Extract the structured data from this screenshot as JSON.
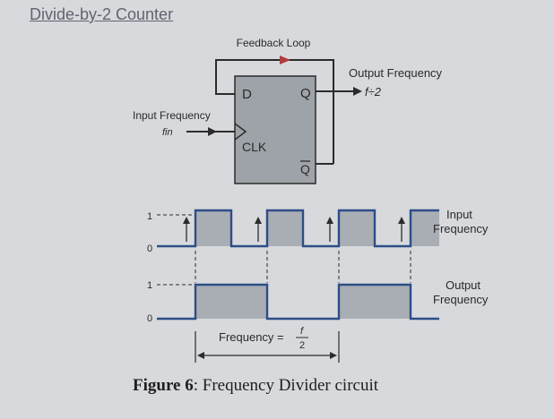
{
  "heading": "Divide-by-2 Counter",
  "caption": {
    "label": "Figure 6",
    "text": ": Frequency Divider circuit"
  },
  "circuit": {
    "feedback_label": "Feedback Loop",
    "output_label": "Output Frequency",
    "output_value": "f÷2",
    "input_label": "Input Frequency",
    "input_value": "fin",
    "pin_d": "D",
    "pin_q": "Q",
    "pin_clk": "CLK",
    "pin_qbar": "Q"
  },
  "timing": {
    "level_high": "1",
    "level_low": "0",
    "input_label_line1": "Input",
    "input_label_line2": "Frequency",
    "output_label_line1": "Output",
    "output_label_line2": "Frequency",
    "span_label": "Frequency =",
    "span_num": "f",
    "span_den": "2",
    "input_pattern": [
      0,
      1,
      0,
      1,
      0,
      1,
      0,
      1
    ],
    "output_pattern": [
      0,
      1,
      1,
      0,
      0,
      1,
      1,
      0
    ]
  },
  "colors": {
    "wire": "#2b2b2b",
    "feedback": "#b23b3b",
    "signal": "#2d4d86",
    "fill": "#a9aeb4",
    "block": "#9ea3a9"
  }
}
